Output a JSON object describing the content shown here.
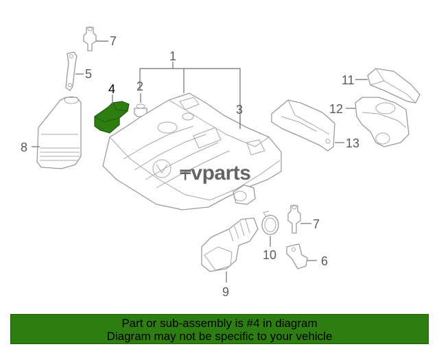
{
  "diagram": {
    "callouts": {
      "c1": "1",
      "c2": "2",
      "c3": "3",
      "c4": "4",
      "c5": "5",
      "c6": "6",
      "c7a": "7",
      "c7b": "7",
      "c8": "8",
      "c9": "9",
      "c10": "10",
      "c11": "11",
      "c12": "12",
      "c13": "13"
    },
    "highlight_color": "#2e7d12",
    "watermark": "vparts"
  },
  "banner": {
    "line1": "Part or sub-assembly is #4 in diagram",
    "line2": "Diagram may not be specific to your vehicle",
    "background": "#2e7d12"
  }
}
